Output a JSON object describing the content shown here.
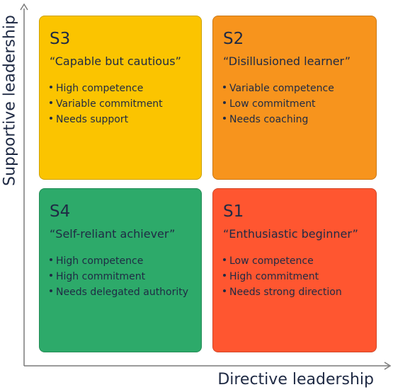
{
  "axes": {
    "y_label": "Supportive leadership",
    "x_label": "Directive leadership"
  },
  "colors": {
    "s3": "#fbc400",
    "s2": "#f7941d",
    "s4": "#2daa6a",
    "s1": "#ff5630",
    "axis": "#7a7a7a",
    "text": "#1f2a44"
  },
  "quadrants": {
    "s3": {
      "code": "S3",
      "nickname": "“Capable but cautious”",
      "traits": [
        "High competence",
        "Variable commitment",
        "Needs support"
      ]
    },
    "s2": {
      "code": "S2",
      "nickname": "“Disillusioned learner”",
      "traits": [
        "Variable competence",
        "Low commitment",
        "Needs coaching"
      ]
    },
    "s4": {
      "code": "S4",
      "nickname": "“Self-reliant achiever”",
      "traits": [
        "High competence",
        "High commitment",
        "Needs delegated authority"
      ]
    },
    "s1": {
      "code": "S1",
      "nickname": "“Enthusiastic beginner”",
      "traits": [
        "Low competence",
        "High commitment",
        "Needs strong direction"
      ]
    }
  }
}
